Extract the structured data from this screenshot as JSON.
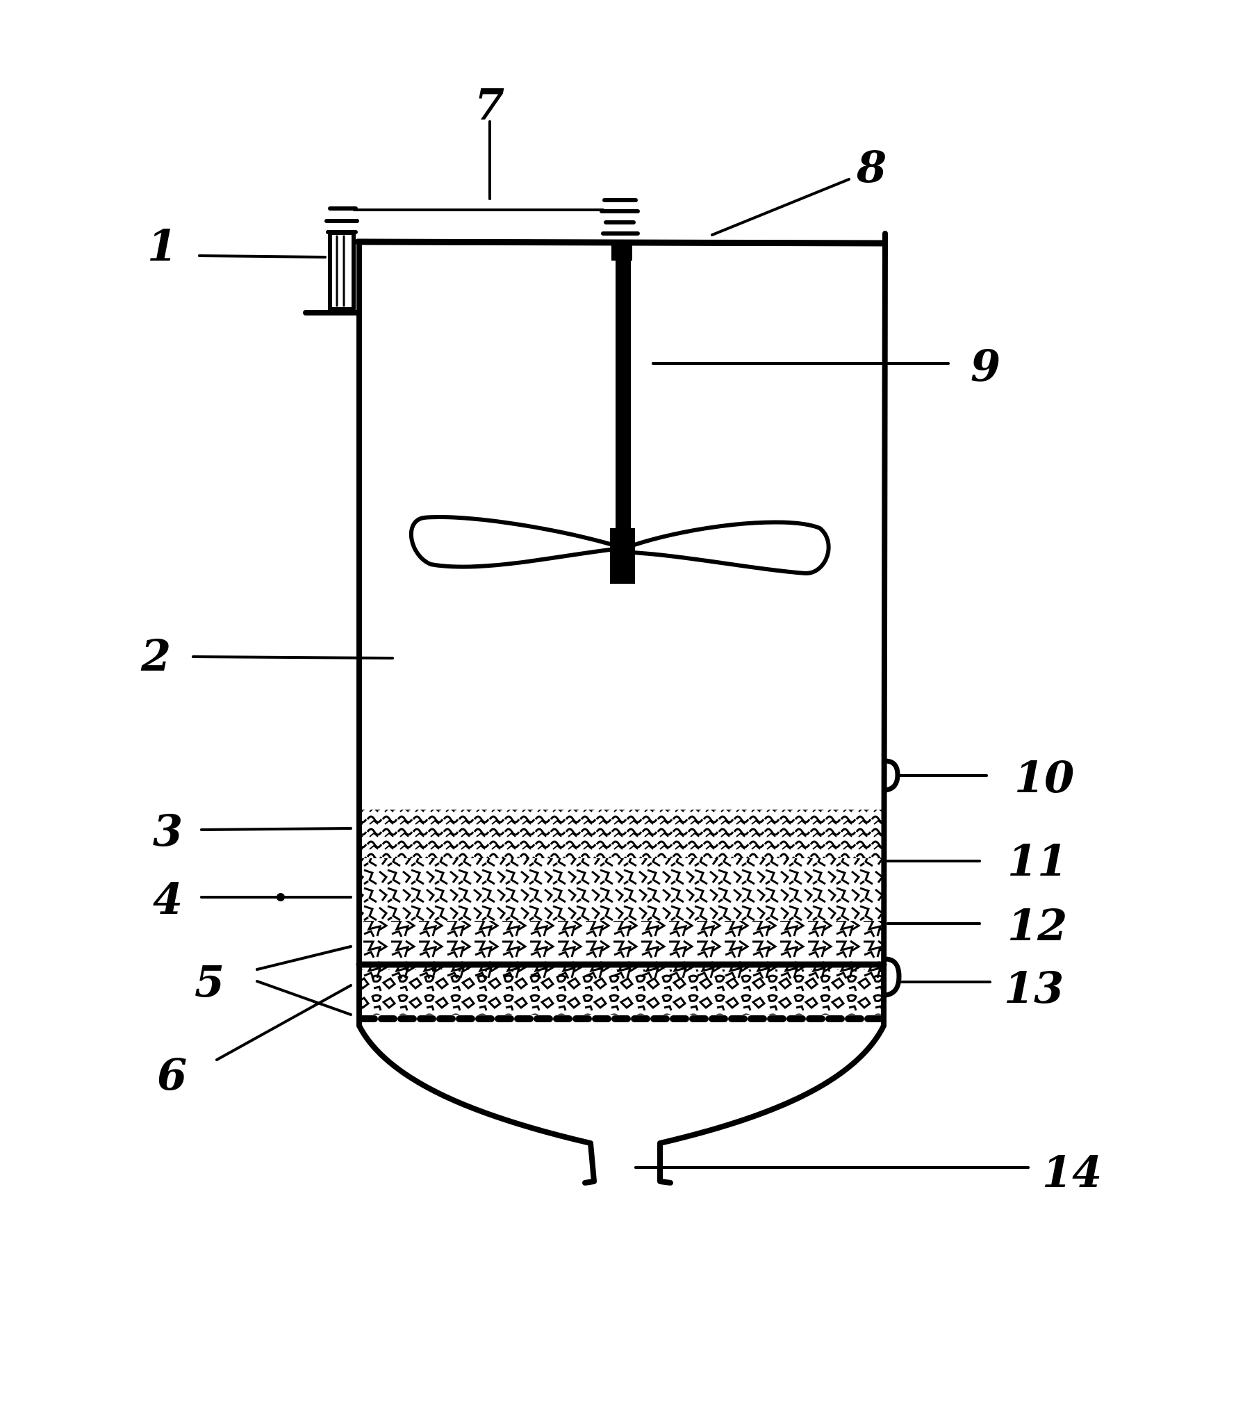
{
  "labels": {
    "l1": "1",
    "l2": "2",
    "l3": "3",
    "l4": "4",
    "l5": "5",
    "l6": "6",
    "l7": "7",
    "l8": "8",
    "l9": "9",
    "l10": "10",
    "l11": "11",
    "l12": "12",
    "l13": "13",
    "l14": "14"
  },
  "colors": {
    "ink": "#000000",
    "background": "#ffffff"
  }
}
